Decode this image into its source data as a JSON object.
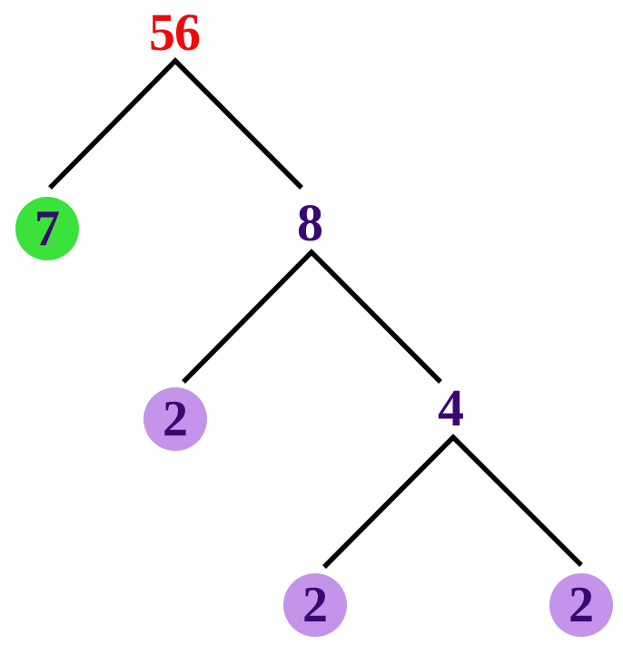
{
  "diagram": {
    "type": "factor-tree",
    "background": "#ffffff",
    "edge_color": "#000000",
    "root": {
      "value": "56",
      "text_color": "#ee0a0a",
      "kind": "composite"
    },
    "nodes": [
      {
        "value": "7",
        "kind": "prime-leaf",
        "parent": "56",
        "circle_color": "#3be23b",
        "text_color": "#380971"
      },
      {
        "value": "8",
        "kind": "composite",
        "parent": "56",
        "text_color": "#380971"
      },
      {
        "value": "2",
        "kind": "prime-leaf",
        "parent": "8",
        "circle_color": "#c394e9",
        "text_color": "#380971"
      },
      {
        "value": "4",
        "kind": "composite",
        "parent": "8",
        "text_color": "#380971"
      },
      {
        "value": "2",
        "kind": "prime-leaf",
        "parent": "4",
        "circle_color": "#c394e9",
        "text_color": "#380971"
      },
      {
        "value": "2",
        "kind": "prime-leaf",
        "parent": "4",
        "circle_color": "#c394e9",
        "text_color": "#380971"
      }
    ],
    "edges": [
      {
        "from": "56",
        "to": "7"
      },
      {
        "from": "56",
        "to": "8"
      },
      {
        "from": "8",
        "to": "2"
      },
      {
        "from": "8",
        "to": "4"
      },
      {
        "from": "4",
        "to": "2"
      },
      {
        "from": "4",
        "to": "2"
      }
    ]
  }
}
